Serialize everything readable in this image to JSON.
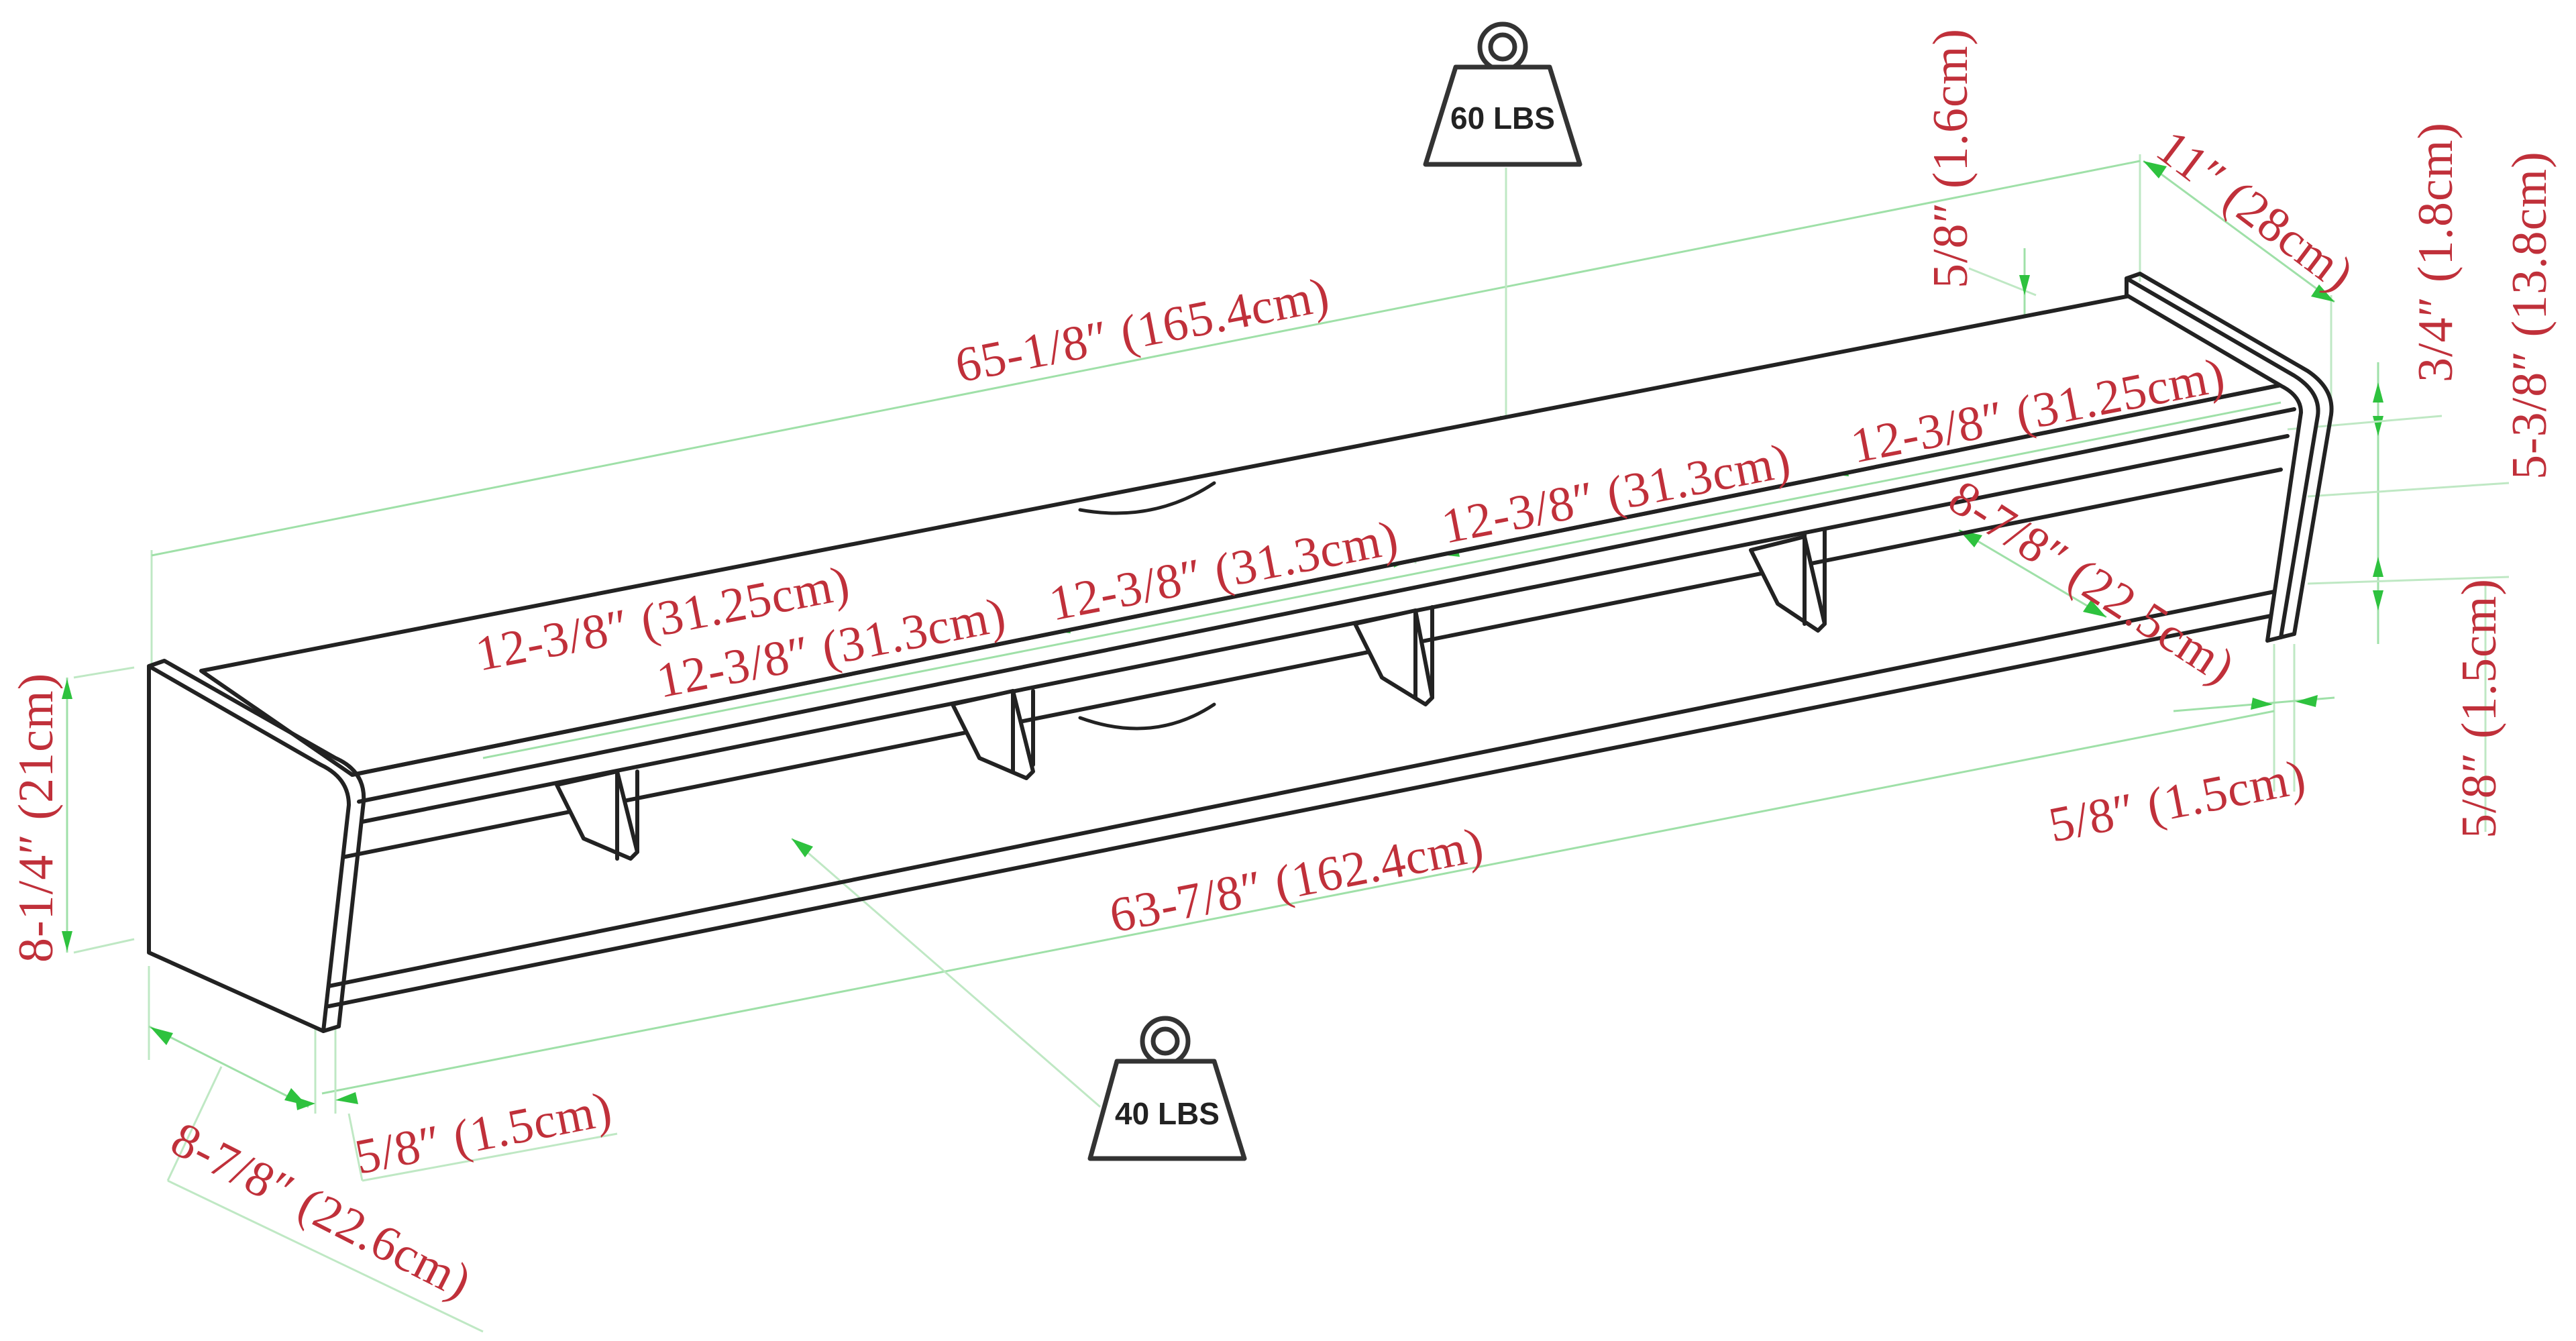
{
  "diagram": {
    "subject": "Floating wall shelf / media console dimension drawing",
    "colors": {
      "outline": "#222222",
      "dimension_line": "#9fe0a8",
      "arrow": "#2ec23e",
      "dimension_text": "#c0303a",
      "background": "#ffffff"
    },
    "weights": {
      "top": {
        "label": "60 LBS",
        "icon": "weight-icon"
      },
      "bottom": {
        "label": "40 LBS",
        "icon": "weight-icon"
      }
    },
    "dimensions": {
      "overall_width": "65-1/8″ (165.4cm)",
      "inner_width": "63-7/8″ (162.4cm)",
      "height": "8-1/4″ (21cm)",
      "depth_bottom": "8-7/8″ (22.6cm)",
      "depth_top": "11″ (28cm)",
      "inner_depth": "8-7/8″ (22.5cm)",
      "side_thickness_left": "5/8″ (1.5cm)",
      "side_thickness_right": "5/8″ (1.5cm)",
      "bottom_thickness_right": "5/8″ (1.5cm)",
      "top_thickness": "5/8″ (1.6cm)",
      "top_panel_thickness": "3/4″ (1.8cm)",
      "compartment_height": "5-3/8″ (13.8cm)",
      "compartment_1": "12-3/8″ (31.25cm)",
      "compartment_2": "12-3/8″ (31.3cm)",
      "compartment_3": "12-3/8″ (31.3cm)",
      "compartment_4": "12-3/8″ (31.3cm)",
      "compartment_5": "12-3/8″ (31.25cm)"
    }
  }
}
